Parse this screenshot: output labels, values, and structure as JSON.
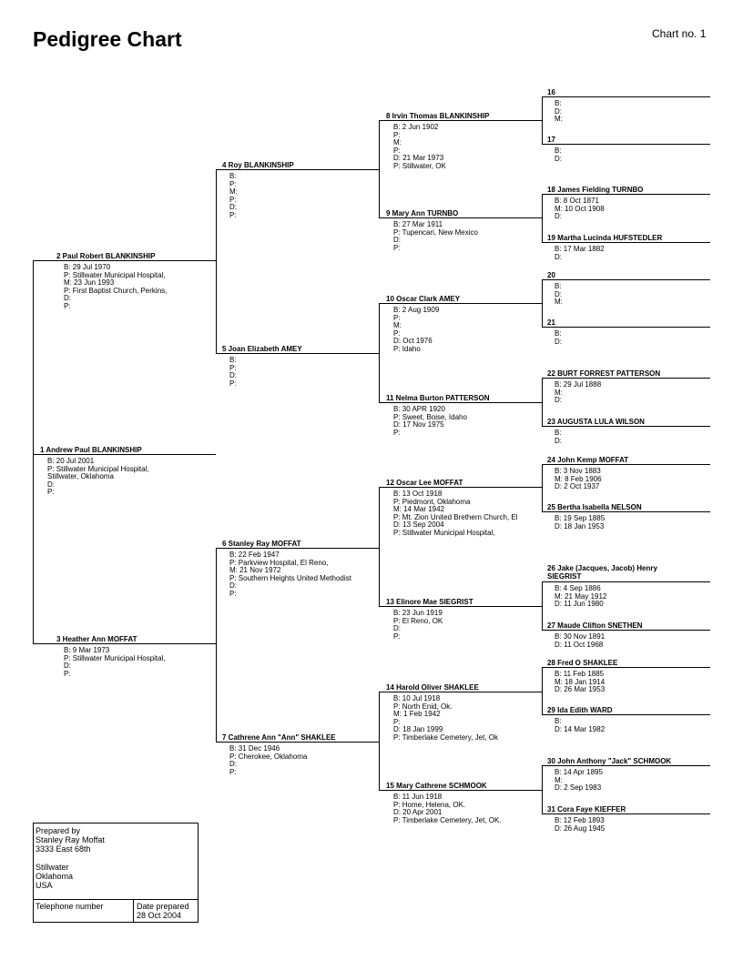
{
  "title": "Pedigree Chart",
  "chart_number": "Chart no. 1",
  "persons": {
    "p1": {
      "name": "1 Andrew Paul BLANKINSHIP",
      "details": [
        "B: 20 Jul 2001",
        "P: Stillwater Municipal Hospital,",
        "Stillwater, Oklahoma",
        "D:",
        "P:"
      ]
    },
    "p2": {
      "name": "2 Paul Robert BLANKINSHIP",
      "details": [
        "B: 29 Jul 1970",
        "P: Stillwater Municipal Hospital,",
        "M: 23 Jun 1993",
        "P: First Baptist Church, Perkins,",
        "D:",
        "P:"
      ]
    },
    "p3": {
      "name": "3 Heather Ann MOFFAT",
      "details": [
        "B: 9 Mar 1973",
        "P: Stillwater Municipal Hospital,",
        "D:",
        "P:"
      ]
    },
    "p4": {
      "name": "4 Roy BLANKINSHIP",
      "details": [
        "B:",
        "P:",
        "M:",
        "P:",
        "D:",
        "P:"
      ]
    },
    "p5": {
      "name": "5 Joan Elizabeth AMEY",
      "details": [
        "B:",
        "P:",
        "D:",
        "P:"
      ]
    },
    "p6": {
      "name": "6 Stanley Ray MOFFAT",
      "details": [
        "B: 22 Feb 1947",
        "P: Parkview Hospital, El Reno,",
        "M: 21 Nov 1972",
        "P: Southern Heights United Methodist",
        "D:",
        "P:"
      ]
    },
    "p7": {
      "name": "7 Cathrene Ann \"Ann\" SHAKLEE",
      "details": [
        "B: 31 Dec 1946",
        "P: Cherokee, Oklahoma",
        "D:",
        "P:"
      ]
    },
    "p8": {
      "name": "8 Irvin Thomas BLANKINSHIP",
      "details": [
        "B: 2 Jun 1902",
        "P:",
        "M:",
        "P:",
        "D: 21 Mar 1973",
        "P: Stillwater, OK"
      ]
    },
    "p9": {
      "name": "9 Mary Ann TURNBO",
      "details": [
        "B: 27 Mar 1911",
        "P: Tupencari, New Mexico",
        "D:",
        "P:"
      ]
    },
    "p10": {
      "name": "10 Oscar Clark AMEY",
      "details": [
        "B: 2 Aug 1909",
        "P:",
        "M:",
        "P:",
        "D: Oct 1976",
        "P: Idaho"
      ]
    },
    "p11": {
      "name": "11 Nelma Burton PATTERSON",
      "details": [
        "B: 30 APR 1920",
        "P: Sweet, Boise, Idaho",
        "D: 17 Nov 1975",
        "P:"
      ]
    },
    "p12": {
      "name": "12 Oscar Lee MOFFAT",
      "details": [
        "B: 13 Oct 1918",
        "P: Piedmont, Oklahoma",
        "M: 14 Mar 1942",
        "P: Mt. Zion United Brethern Church, El",
        "D: 13 Sep 2004",
        "P: Stillwater Municipal Hospital,"
      ]
    },
    "p13": {
      "name": "13 Elinore Mae SIEGRIST",
      "details": [
        "B: 23 Jun 1919",
        "P: El Reno, OK",
        "D:",
        "P:"
      ]
    },
    "p14": {
      "name": "14 Harold Oliver SHAKLEE",
      "details": [
        "B: 10 Jul 1918",
        "P: North Enid, Ok.",
        "M: 1 Feb 1942",
        "P:",
        "D: 18 Jan 1999",
        "P: Timberlake Cemetery, Jet, Ok"
      ]
    },
    "p15": {
      "name": "15 Mary Cathrene SCHMOOK",
      "details": [
        "B: 11 Jun 1918",
        "P: Home, Helena, OK.",
        "D: 20 Apr 2001",
        "P: Timberlake Cemetery, Jet, OK."
      ]
    },
    "p16": {
      "name": "16",
      "details": [
        "B:",
        "D:",
        "M:"
      ]
    },
    "p17": {
      "name": "17",
      "details": [
        "B:",
        "D:"
      ]
    },
    "p18": {
      "name": "18 James Fielding TURNBO",
      "details": [
        "B: 8 Oct 1871",
        "M: 10 Oct 1908",
        "D:"
      ]
    },
    "p19": {
      "name": "19 Martha Lucinda HUFSTEDLER",
      "details": [
        "B: 17 Mar 1882",
        "D:"
      ]
    },
    "p20": {
      "name": "20",
      "details": [
        "B:",
        "D:",
        "M:"
      ]
    },
    "p21": {
      "name": "21",
      "details": [
        "B:",
        "D:"
      ]
    },
    "p22": {
      "name": "22 BURT FORREST PATTERSON",
      "details": [
        "B: 29 Jul 1888",
        "M:",
        "D:"
      ]
    },
    "p23": {
      "name": "23 AUGUSTA LULA WILSON",
      "details": [
        "B:",
        "D:"
      ]
    },
    "p24": {
      "name": "24 John Kemp MOFFAT",
      "details": [
        "B: 3 Nov 1883",
        "M: 8 Feb 1906",
        "D: 2 Oct 1937"
      ]
    },
    "p25": {
      "name": "25 Bertha Isabella NELSON",
      "details": [
        "B: 19 Sep 1885",
        "D: 18 Jan 1953"
      ]
    },
    "p26": {
      "name": "26 Jake (Jacques, Jacob) Henry",
      "name2": "SIEGRIST",
      "details": [
        "B: 4 Sep 1886",
        "M: 21 May 1912",
        "D: 11 Jun 1980"
      ]
    },
    "p27": {
      "name": "27 Maude Clifton SNETHEN",
      "details": [
        "B: 30 Nov 1891",
        "D: 11 Oct 1968"
      ]
    },
    "p28": {
      "name": "28 Fred O SHAKLEE",
      "details": [
        "B: 11 Feb 1885",
        "M: 18 Jan 1914",
        "D: 26 Mar 1953"
      ]
    },
    "p29": {
      "name": "29 Ida Edith WARD",
      "details": [
        "B:",
        "D: 14 Mar 1982"
      ]
    },
    "p30": {
      "name": "30 John Anthony \"Jack\" SCHMOOK",
      "details": [
        "B: 14 Apr 1895",
        "M:",
        "D: 2 Sep 1983"
      ]
    },
    "p31": {
      "name": "31 Cora Faye KIEFFER",
      "details": [
        "B: 12 Feb 1893",
        "D: 26 Aug 1945"
      ]
    }
  },
  "prepared": {
    "lines": [
      "Prepared by",
      "Stanley Ray Moffat",
      "3333 East 68th",
      "",
      "Stillwater",
      "Oklahoma",
      "USA"
    ],
    "telephone_label": "Telephone number",
    "date_label": "Date prepared",
    "date_value": "28 Oct 2004"
  }
}
